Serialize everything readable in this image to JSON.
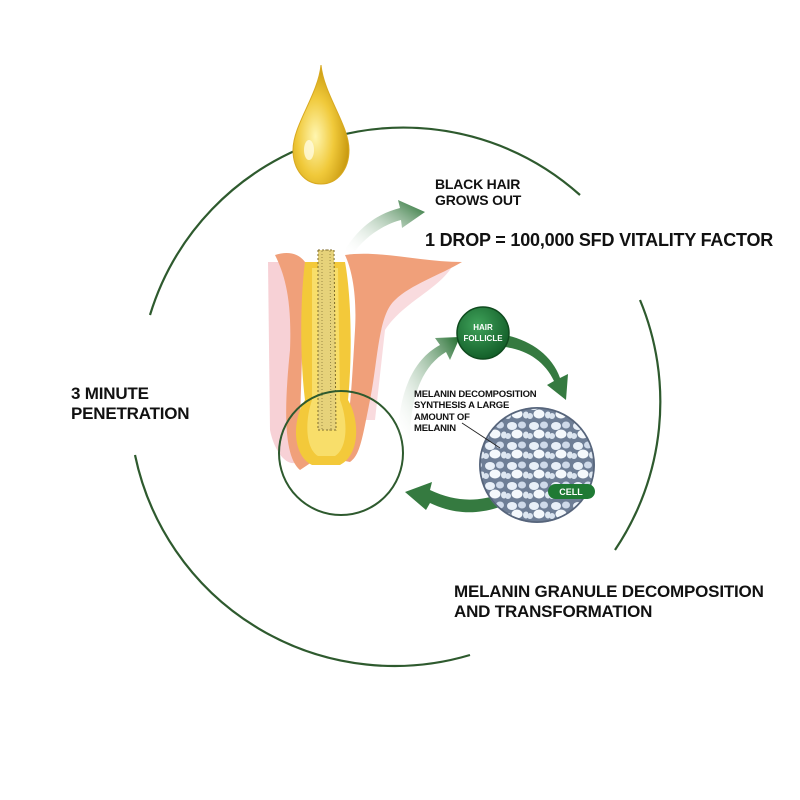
{
  "labels": {
    "black_hair": [
      "BLACK HAIR",
      "GROWS OUT"
    ],
    "vitality": "1 DROP = 100,000 SFD VITALITY FACTOR",
    "penetration": [
      "3 MINUTE",
      "PENETRATION"
    ],
    "melanin_granule": [
      "MELANIN GRANULE DECOMPOSITION",
      "AND TRANSFORMATION"
    ],
    "melanin_synthesis": [
      "MELANIN DECOMPOSITION",
      "SYNTHESIS A LARGE",
      "AMOUNT OF",
      "MELANIN"
    ],
    "hair_follicle": [
      "HAIR",
      "FOLLICLE"
    ],
    "cell": "CELL"
  },
  "colors": {
    "ring": "#2e5a2e",
    "arrow": "#1f6b2b",
    "badge": "#1f7a34",
    "oil": "#e6b820",
    "skin": "#f0a07a",
    "tissue": "#f6c9cf",
    "cell": "#9aa9bf"
  }
}
